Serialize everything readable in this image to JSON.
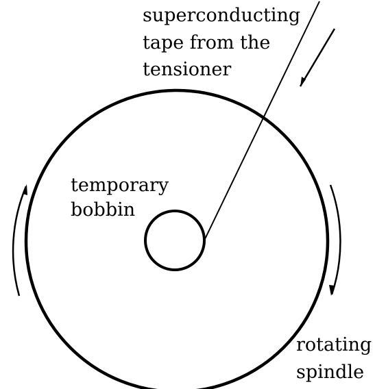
{
  "diagram": {
    "labels": {
      "tape_line1": "superconducting",
      "tape_line2": "tape from the",
      "tape_line3": "tensioner",
      "bobbin_line1": "temporary",
      "bobbin_line2": "bobbin",
      "spindle_line1": "rotating",
      "spindle_line2": "spindle"
    },
    "colors": {
      "stroke": "#000000",
      "background": "#ffffff"
    }
  }
}
